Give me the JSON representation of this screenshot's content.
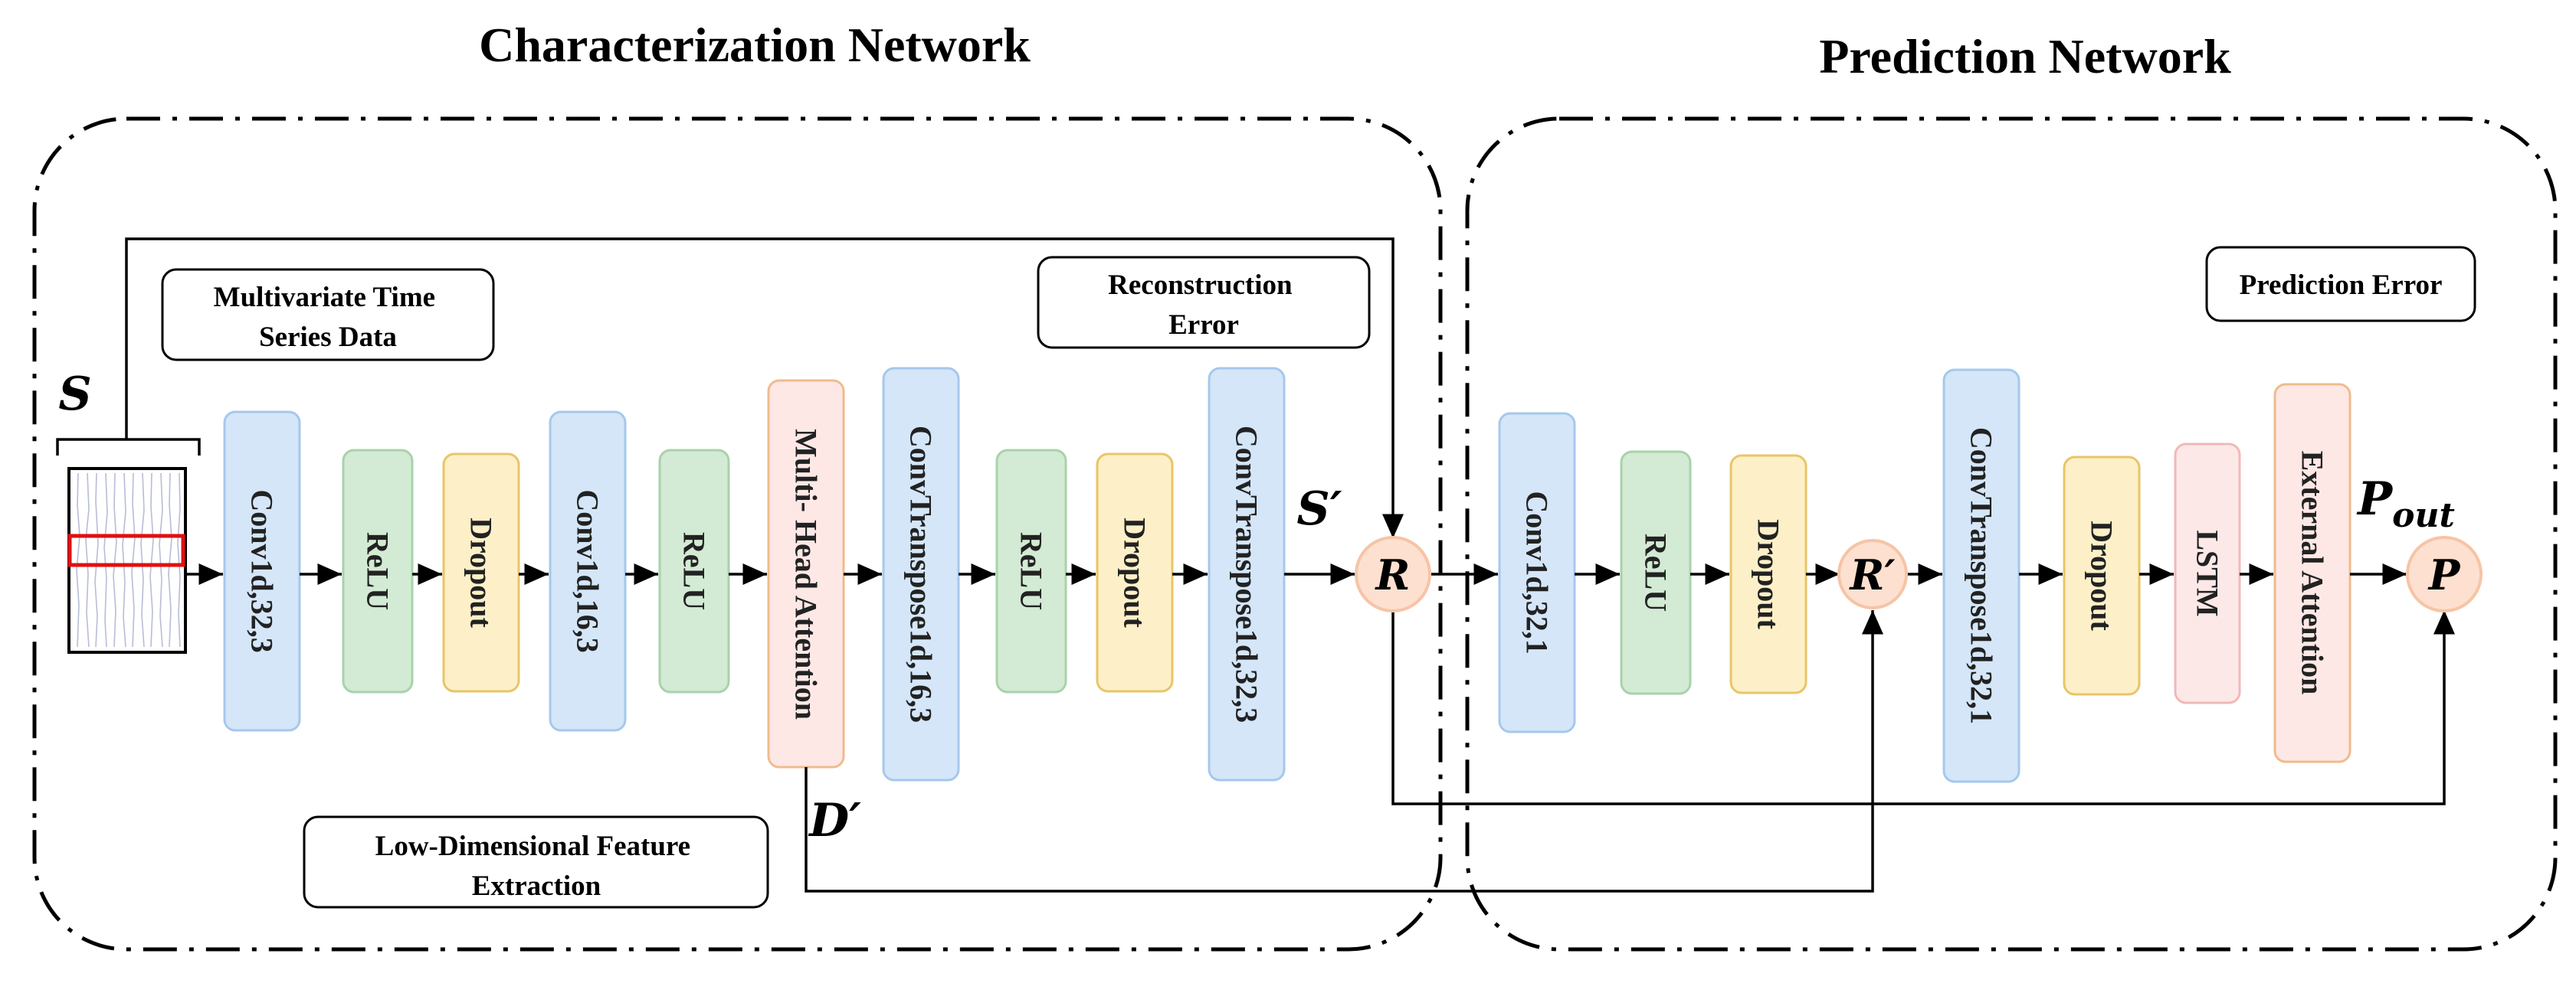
{
  "titles": {
    "characterization": "Characterization Network",
    "prediction": "Prediction Network"
  },
  "notes": {
    "multivariate": [
      "Multivariate Time",
      "Series Data"
    ],
    "reconstruction": [
      "Reconstruction",
      "Error"
    ],
    "prediction_error": [
      "Prediction Error"
    ],
    "low_dim": [
      "Low-Dimensional Feature",
      "Extraction"
    ]
  },
  "symbols": {
    "s": "S",
    "s_prime": "S′",
    "d_prime": "D′",
    "p_out": "P",
    "p_out_sub": "out"
  },
  "nodes": {
    "r": "R",
    "r_prime": "R′",
    "p": "P"
  },
  "colors": {
    "conv": {
      "fill": "#d4e6f8",
      "stroke": "#a6c8ec"
    },
    "relu": {
      "fill": "#d3ead4",
      "stroke": "#a9d2ab"
    },
    "dropout": {
      "fill": "#fdf0c8",
      "stroke": "#e8c568"
    },
    "attention": {
      "fill": "#fde8e6",
      "stroke": "#f0bb8c"
    },
    "lstm": {
      "fill": "#fde8e8",
      "stroke": "#f2b8b8"
    },
    "node": {
      "fill": "#fde0d0",
      "stroke": "#f6c4a6"
    },
    "highlight": "#e01010"
  },
  "blocks": {
    "char_conv1": "Conv1d,32,3",
    "char_relu1": "ReLU",
    "char_dropout1": "Dropout",
    "char_conv2": "Conv1d,16,3",
    "char_relu2": "ReLU",
    "char_mha": "Multi- Head Attention",
    "char_convt1": "ConvTranspose1d,16,3",
    "char_relu3": "ReLU",
    "char_dropout2": "Dropout",
    "char_convt2": "ConvTranspose1d,32,3",
    "pred_conv1": "Conv1d,32,1",
    "pred_relu1": "ReLU",
    "pred_dropout1": "Dropout",
    "pred_convt1": "ConvTranspose1d,32,1",
    "pred_dropout2": "Dropout",
    "pred_lstm": "LSTM",
    "pred_ext_att": "External Attention"
  }
}
